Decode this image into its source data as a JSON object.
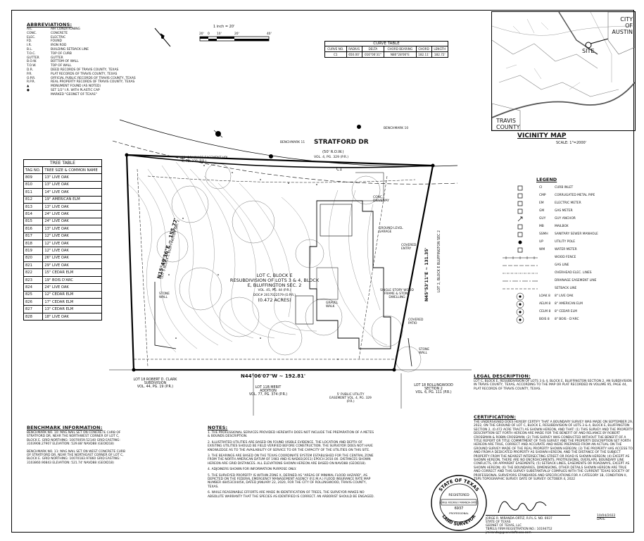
{
  "abbreviations": {
    "title": "ABBREVIATIONS:",
    "items": [
      [
        "A/C",
        "AIR CONDITIONING"
      ],
      [
        "CONC.",
        "CONCRETE"
      ],
      [
        "ELEC.",
        "ELECTRIC"
      ],
      [
        "FD.",
        "FOUND"
      ],
      [
        "I.R.",
        "IRON ROD"
      ],
      [
        "B.L.",
        "BUILDING SETBACK LINE"
      ],
      [
        "T.O.C.",
        "TOP OF CURB"
      ],
      [
        "GUTTER",
        "GUTTER"
      ],
      [
        "B.O.W.",
        "BOTTOM OF WALL"
      ],
      [
        "T.O.W.",
        "TOP OF WALL"
      ],
      [
        "D.R.",
        "DEED RECORDS OF TRAVIS COUNTY, TEXAS"
      ],
      [
        "P.R.",
        "PLAT RECORDS OF TRAVIS COUNTY, TEXAS"
      ],
      [
        "O.P.R.",
        "OFFICIAL PUBLIC RECORDS OF TRAVIS COUNTY, TEXAS"
      ],
      [
        "R.P.R.",
        "REAL PROPERTY RECORDS OF TRAVIS COUNTY, TEXAS"
      ],
      [
        "▲",
        "MONUMENT FOUND (AS NOTED)"
      ],
      [
        "●",
        "SET 1/2\" I.R. WITH PLASTIC CAP"
      ],
      [
        "",
        "MARKED \"GEONET OF TEXAS\""
      ]
    ]
  },
  "scale": {
    "label": "1 inch = 20'",
    "ticks": [
      "20'",
      "0",
      "10'",
      "20'",
      "40'"
    ]
  },
  "curve_table": {
    "title": "CURVE TABLE",
    "headers": [
      "CURVE NO.",
      "RADIUS",
      "DELTA",
      "CHORD BEARING",
      "CHORD",
      "LENGTH"
    ],
    "rows": [
      [
        "C1",
        "650.00'",
        "016°06'31\"",
        "N80°28'06\"E",
        "182.11'",
        "182.72'"
      ]
    ]
  },
  "tree_table": {
    "title": "TREE TABLE",
    "headers": [
      "TAG NO.",
      "TREE SIZE & COMMON NAME"
    ],
    "rows": [
      [
        "809",
        "13\" LIVE OAK"
      ],
      [
        "810",
        "13\" LIVE OAK"
      ],
      [
        "811",
        "14\" LIVE OAK"
      ],
      [
        "812",
        "19\" AMERICAN ELM"
      ],
      [
        "813",
        "13\" LIVE OAK"
      ],
      [
        "814",
        "24\" LIVE OAK"
      ],
      [
        "815",
        "24\" LIVE OAK"
      ],
      [
        "816",
        "13\" LIVE OAK"
      ],
      [
        "817",
        "12\" LIVE OAK"
      ],
      [
        "818",
        "12\" LIVE OAK"
      ],
      [
        "819",
        "12\" LIVE OAK"
      ],
      [
        "820",
        "26\" LIVE OAK"
      ],
      [
        "821",
        "29\" LIVE OAK"
      ],
      [
        "822",
        "15\" CEDAR ELM"
      ],
      [
        "823",
        "19\" BOIS D'ARC"
      ],
      [
        "824",
        "24\" LIVE OAK"
      ],
      [
        "825",
        "12\" CEDAR ELM"
      ],
      [
        "826",
        "17\" CEDAR ELM"
      ],
      [
        "827",
        "13\" CEDAR ELM"
      ],
      [
        "828",
        "18\" LIVE OAK"
      ]
    ]
  },
  "vicinity": {
    "city": "CITY OF AUSTIN",
    "county": "TRAVIS COUNTY",
    "site": "SITE",
    "title": "VICINITY MAP",
    "scale": "SCALE: 1\"=2000'"
  },
  "legend": {
    "title": "LEGEND",
    "items": [
      {
        "code": "CI",
        "label": "CURB INLET"
      },
      {
        "code": "CMP",
        "label": "CORRUGATED METAL PIPE"
      },
      {
        "code": "EM",
        "label": "ELECTRIC METER"
      },
      {
        "code": "GM",
        "label": "GAS METER"
      },
      {
        "code": "GUY",
        "label": "GUY ANCHOR"
      },
      {
        "code": "MB",
        "label": "MAILBOX"
      },
      {
        "code": "SSMH",
        "label": "SANITARY SEWER MANHOLE"
      },
      {
        "code": "UP",
        "label": "UTILITY POLE"
      },
      {
        "code": "WM",
        "label": "WATER METER"
      },
      {
        "code": "",
        "label": "WOOD FENCE"
      },
      {
        "code": "",
        "label": "GAS LINE"
      },
      {
        "code": "",
        "label": "OVERHEAD ELEC. LINES"
      },
      {
        "code": "",
        "label": "DRAINAGE EASEMENT LINE"
      },
      {
        "code": "",
        "label": "SETBACK LINE"
      },
      {
        "code": "LOAK 8",
        "label": "8\" LIVE OAK"
      },
      {
        "code": "AELM 8",
        "label": "8\" AMERICAN ELM"
      },
      {
        "code": "CELM 8",
        "label": "8\" CEDAR ELM"
      },
      {
        "code": "BOIS 8",
        "label": "8\" BOIS - D'ARC"
      }
    ]
  },
  "plat": {
    "street": "STRATFORD DR",
    "street_row": "(50' R.O.W.)",
    "street_ref": "VOL. 4, PG. 329 (P.R.)",
    "lot_title": "LOT C, BLOCK E",
    "lot_sub": "RESUBDIVISION OF LOTS 3 & 4, BLOCK E, BLUFFINGTON SEC. 2",
    "lot_ref": "VOL. 45, PG. 44 (P.R.)",
    "owner": "DOC# 2017022579 (O.P.R.)",
    "acres": "(0.472 ACRES)",
    "bearing_bottom": "N44°06'07\"W ~ 192.81'",
    "bearing_left": "N15°49'36\"E ~ 155.77'",
    "bearing_right": "N45°53'11\"E ~ 131.35'",
    "house": "SINGLE STORY WOOD FRAME & STONE DWELLING",
    "lot_18": "LOT 18 ROBERT D. CLARK SUBDIVISION",
    "lot_18_ref": "VOL. 44, PG. 19 (P.R.)",
    "lot_11b": "LOT 11B MERIT ADDITION",
    "lot_11b_ref": "VOL. 77, PG. 374 (P.R.)",
    "lot_18r": "LOT 18 ROLLINGWOOD SECTION 2",
    "lot_18r_ref": "VOL. 6, PG. 111 (P.R.)",
    "util_ease": "5' PUBLIC UTILITY EASEMENT VOL. 4, PG. 329 (P.R.)",
    "drain_ease": "25' DRAINAGE EASEMENT VOL. 4, PG. 329 (P.R.)",
    "benchmark10": "BENCHMARK 10",
    "benchmark11": "BENCHMARK 11",
    "c1": "C1",
    "lot5": "LOT 5 BLOCK E BLUFFINGTON SEC 2",
    "lot2": "LOT 2, BLOCK E BLUFFINGTON SEC 2",
    "garage": "GROUND LEVEL GARAGE",
    "pool_drive": "CONC. DRIVEWAY",
    "covered": "COVERED ENTRY",
    "covered_patio": "COVERED PATIO",
    "stone_wall": "STONE WALL",
    "gravel": "GRAVEL WALK",
    "stone_wall2": "STONE WALL"
  },
  "legal": {
    "title": "LEGAL DESCRIPTION:",
    "text": "LOT C, BLOCK E, RESUBDIVISION OF LOTS 3 & 4, BLOCK E, BLUFFINGTON SECTION 2, AN SUBDIVISION IN TRAVIS COUNTY, TEXAS, ACCORDING TO THE MAP OR PLAT RECORDED IN VOLUME 95, PAGE 44, PLAT RECORDS OF TRAVIS COUNTY, TEXAS."
  },
  "certification": {
    "title": "CERTIFICATION:",
    "text": "THE UNDERSIGNED DOES HEREBY CERTIFY THAT A BOUNDARY SURVEY WAS MADE ON SEPTEMBER 29, 2022, ON THE GROUND OF LOT C, BLOCK E, RESUBDIVISION OF LOTS 3 & 4, BLOCK E, BLUFFINGTON SECTION 2, (0.472 ACRE TRACT) AS SHOWN HEREON, AND THAT: (1) THIS SURVEY AND THE PROPERTY DESCRIPTION SET FORTH HEREON ARE MADE FOR THE BENEFIT OF AND RELIANCE BY ROBERT CROSSMAN & ROBIN CROSSMAN; (2) THIS SURVEY WAS CONDUCTED WITHOUT THE BENEFIT OF A TITLE REPORT OR TITLE COMMITMENT OF THIS SURVEY AND THE PROPERTY DESCRIPTION SET FORTH HEREON ARE TRUE, CORRECT AND ACCURATE AND WERE PREPARED FROM AN ACTUAL ON THE GROUND SURVEY MADE OF THE REAL PROPERTY SHOWN HEREON; (3) THE PROPERTY HAS ACCESS TO AND FROM A DEDICATED PROPERTY AS SHOWN HEREON, AND THE DISTANCE OF THE SUBJECT PROPERTY FROM THE NEAREST INTERSECTING STREET OR ROAD IS SHOWN HEREON; (4) EXCEPT AS SHOWN HEREON, THERE ARE NO ENCROACHMENTS, PROTRUSIONS, OVERLAPS, BOUNDARY LINE CONFLICTS, OR APPARENT EASEMENTS; (5) SETBACK LINES, EASEMENTS OR ROADWAYS, EXCEPT AS SHOWN HEREON; (6) THE BOUNDARIES, DIMENSIONS, OTHER DETAILS SHOWN HEREON ARE TRUE AND CORRECT AND THIS SURVEY SUBSTANTIALLY COMPLIES WITH THE CURRENT TEXAS SOCIETY OF PROFESSIONAL SURVEYORS STANDARDS AND SPECIFICATIONS FOR A CATEGORY 1B, CONDITION II, TSPS TOPOGRAPHIC SURVEY. DATE OF SURVEY: OCTOBER 4, 2022"
  },
  "signature": {
    "lines": [
      "JORGE R. MIRANDA-ORTIZ, R.P.L.S. NO. 6937",
      "STATE OF TEXAS",
      "GEONET OF TEXAS, LLC",
      "TBPELS FIRM REGISTRATION NO.: 10194752",
      "jmiranda@geonetoftexas.com"
    ],
    "date": "10/04/2022",
    "date_label": "DATE",
    "stamp_top": "STATE OF TEXAS",
    "stamp_reg": "REGISTERED",
    "stamp_name": "JORGE RODRIGO MIRANDA-ORTIZ",
    "stamp_num": "6937",
    "stamp_bottom": "LAND SURVEYOR",
    "stamp_pro": "PROFESSIONAL"
  },
  "benchmark": {
    "title": "BENCHMARK INFORMATION:",
    "b10": "BENCHMARK NO. 10: MAG NAIL SET ON CONCRETE CURB OF STRATFORD DR, NEAR THE NORTHWEST CORNER OF LOT C, BLOCK E. GRID NORTHING: 10070059.52140 GRID EASTING: 3103908.27907 ELEVATION: 529.88' NAVD88 (GEOID18)",
    "b11": "BENCHMARK NO. 11: MAG NAIL SET ON WEST CONCRETE CURB OF STRATFORD DR, NEAR THE NORTHEAST CORNER OF LOT C, BLOCK E. GRID NORTHING: 10070183.97860 GRID EASTING: 3103860.90843 ELEVATION: 521.74' NAVD88 (GEOID18)"
  },
  "notes": {
    "title": "NOTES:",
    "items": [
      "1. THE PROFESSIONAL SERVICES PROVIDED HEREWITH DOES NOT INCLUDE THE PREPARATION OF A METES & BOUNDS DESCRIPTION.",
      "2. ILLUSTRATED UTILITIES ARE BASED ON FOUND VISIBLE EVIDENCE. THE LOCATION AND DEPTH OF EXISTING UTILITIES SHOULD BE FIELD VERIFIED BEFORE CONSTRUCTION. THE SURVEYOR DOES NOT HAVE KNOWLEDGE AS TO THE AVAILABILITY OF SERVICE TO OR THE CAPACITY OF THE UTILITIES ON THIS SITE.",
      "3. THE BEARINGS ARE BASED ON THE TEXAS COORDINATE SYSTEM ESTABLISHED FOR THE CENTRAL ZONE FROM THE NORTH AMERICAN DATUM OF 1983 AND IS NAD83(2011) EPOCH 2010.00. DISTANCES SHOWN HEREON ARE GRID DISTANCES. ALL ELEVATIONS SHOWN HEREON ARE BASED ON NAVD88 (GEOID18).",
      "4. ADJOINERS SHOWN FOR INFORMATION PURPOSE ONLY.",
      "5. THE SURVEYED PROPERTY IS WITHIN ZONE X, DEFINED AS \"AREAS OF MINIMAL FLOOD HAZARD\", AS DEPICTED ON THE FEDERAL EMERGENCY MANAGEMENT AGENCY (F.E.M.A.) FLOOD INSURANCE RATE MAP NUMBER 48453C0445K, DATED JANUARY 22, 2020, FOR THE CITY OF ROLLINGWOOD, TRAVIS COUNTY, TEXAS.",
      "6. WHILE REASONABLE EFFORTS ARE MADE IN IDENTIFICATION OF TREES, THE SURVEYOR MAKES NO ABSOLUTE WARRANTY THAT THE SPECIES AS IDENTIFIED IS CORRECT. AN ARBORIST SHOULD BE ENGAGED."
    ]
  }
}
